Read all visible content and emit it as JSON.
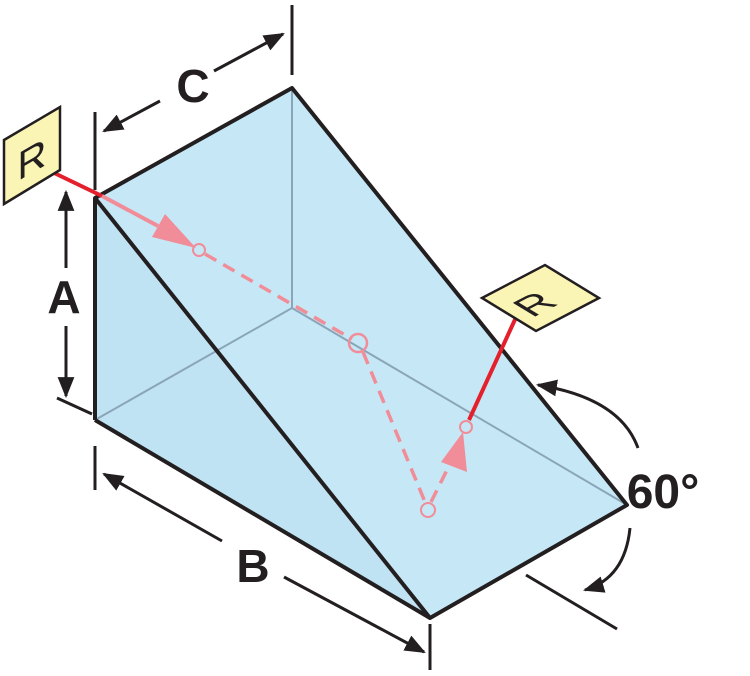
{
  "dimensions": {
    "a": "A",
    "b": "B",
    "c": "C",
    "angle": "60°"
  },
  "reflection_tags": {
    "entry": "R",
    "exit": "R"
  },
  "colors": {
    "prism_fill": "#c6e8f6",
    "prism_edge": "#231f20",
    "hidden_edge": "#8aa5b8",
    "beam": "#e3202b",
    "beam_inside": "#f08d98",
    "tag_fill": "#fbf5b5"
  }
}
